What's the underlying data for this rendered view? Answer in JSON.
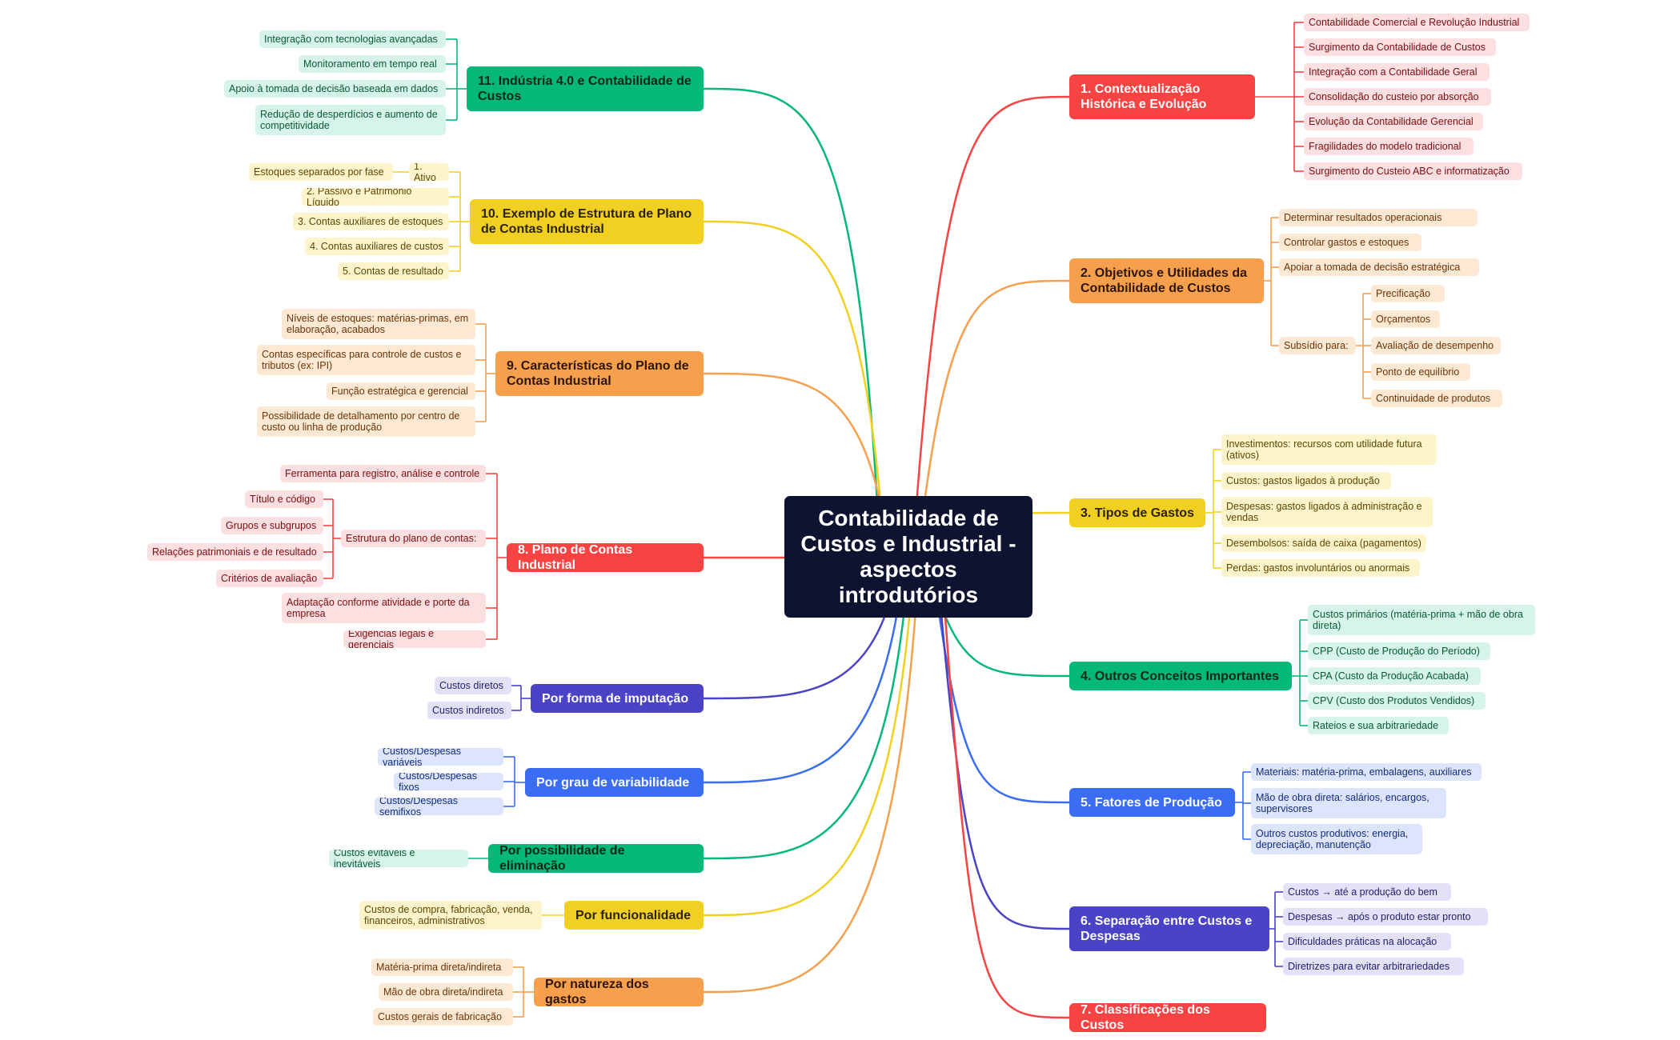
{
  "center": {
    "title": "Contabilidade de Custos e Industrial - aspectos introdutórios"
  },
  "colors": {
    "red": "#f84343",
    "orange": "#f6a04d",
    "yellow": "#f2d022",
    "green": "#06b878",
    "blue": "#3a6cf4",
    "indigo": "#4a43c6",
    "center": "#0d1331"
  },
  "right": [
    {
      "title": "1. Contextualização Histórica e Evolução",
      "items": [
        "Contabilidade Comercial e Revolução Industrial",
        "Surgimento da Contabilidade de Custos",
        "Integração com a Contabilidade Geral",
        "Consolidação do custeio por absorção",
        "Evolução da Contabilidade Gerencial",
        "Fragilidades do modelo tradicional",
        "Surgimento do Custeio ABC e informatização"
      ]
    },
    {
      "title": "2. Objetivos e Utilidades da Contabilidade de Custos",
      "items": [
        "Determinar resultados operacionais",
        "Controlar gastos e estoques",
        "Apoiar a tomada de decisão estratégica"
      ],
      "sub": {
        "label": "Subsídio para:",
        "items": [
          "Precificação",
          "Orçamentos",
          "Avaliação de desempenho",
          "Ponto de equilíbrio",
          "Continuidade de produtos"
        ]
      }
    },
    {
      "title": "3. Tipos de Gastos",
      "items": [
        "Investimentos: recursos com utilidade futura (ativos)",
        "Custos: gastos ligados à produção",
        "Despesas: gastos ligados à administração e vendas",
        "Desembolsos: saída de caixa (pagamentos)",
        "Perdas: gastos involuntários ou anormais"
      ]
    },
    {
      "title": "4. Outros Conceitos Importantes",
      "items": [
        "Custos primários (matéria-prima + mão de obra direta)",
        "CPP (Custo de Produção do Período)",
        "CPA (Custo da Produção Acabada)",
        "CPV (Custo dos Produtos Vendidos)",
        "Rateios e sua arbitrariedade"
      ]
    },
    {
      "title": "5. Fatores de Produção",
      "items": [
        "Materiais: matéria-prima, embalagens, auxiliares",
        "Mão de obra direta: salários, encargos, supervisores",
        "Outros custos produtivos: energia, depreciação, manutenção"
      ]
    },
    {
      "title": "6. Separação entre Custos e Despesas",
      "items": [
        "Custos → até a produção do bem",
        "Despesas → após o produto estar pronto",
        "Dificuldades práticas na alocação",
        "Diretrizes para evitar arbitrariedades"
      ]
    },
    {
      "title": "7. Classificações dos Custos",
      "items": []
    }
  ],
  "left": [
    {
      "title": "11. Indústria 4.0 e Contabilidade de Custos",
      "items": [
        "Integração com tecnologias avançadas",
        "Monitoramento em tempo real",
        "Apoio à tomada de decisão baseada em dados",
        "Redução de desperdícios e aumento de competitividade"
      ]
    },
    {
      "title": "10. Exemplo de Estrutura de Plano de Contas Industrial",
      "items": [
        "1. Ativo",
        "2. Passivo e Patrimônio Líquido",
        "3. Contas auxiliares de estoques",
        "4. Contas auxiliares de custos",
        "5. Contas de resultado"
      ],
      "sub": {
        "label": "Estoques separados por fase"
      }
    },
    {
      "title": "9. Características do Plano de Contas Industrial",
      "items": [
        "Níveis de estoques: matérias-primas, em elaboração, acabados",
        "Contas específicas para controle de custos e tributos (ex: IPI)",
        "Função estratégica e gerencial",
        "Possibilidade de detalhamento por centro de custo ou linha de produção"
      ]
    },
    {
      "title": "8. Plano de Contas Industrial",
      "items": [
        "Ferramenta para registro, análise e controle",
        "Estrutura do plano de contas:",
        "Adaptação conforme atividade e porte da empresa",
        "Exigências legais e gerenciais"
      ],
      "sub": {
        "items": [
          "Título e código",
          "Grupos e subgrupos",
          "Relações patrimoniais e de resultado",
          "Critérios de avaliação"
        ]
      }
    },
    {
      "title": "Por forma de imputação",
      "items": [
        "Custos diretos",
        "Custos indiretos"
      ]
    },
    {
      "title": "Por grau de variabilidade",
      "items": [
        "Custos/Despesas variáveis",
        "Custos/Despesas fixos",
        "Custos/Despesas semifixos"
      ]
    },
    {
      "title": "Por possibilidade de eliminação",
      "items": [
        "Custos evitáveis e inevitáveis"
      ]
    },
    {
      "title": "Por funcionalidade",
      "items": [
        "Custos de compra, fabricação, venda, financeiros, administrativos"
      ]
    },
    {
      "title": "Por natureza dos gastos",
      "items": [
        "Matéria-prima direta/indireta",
        "Mão de obra direta/indireta",
        "Custos gerais de fabricação"
      ]
    }
  ]
}
